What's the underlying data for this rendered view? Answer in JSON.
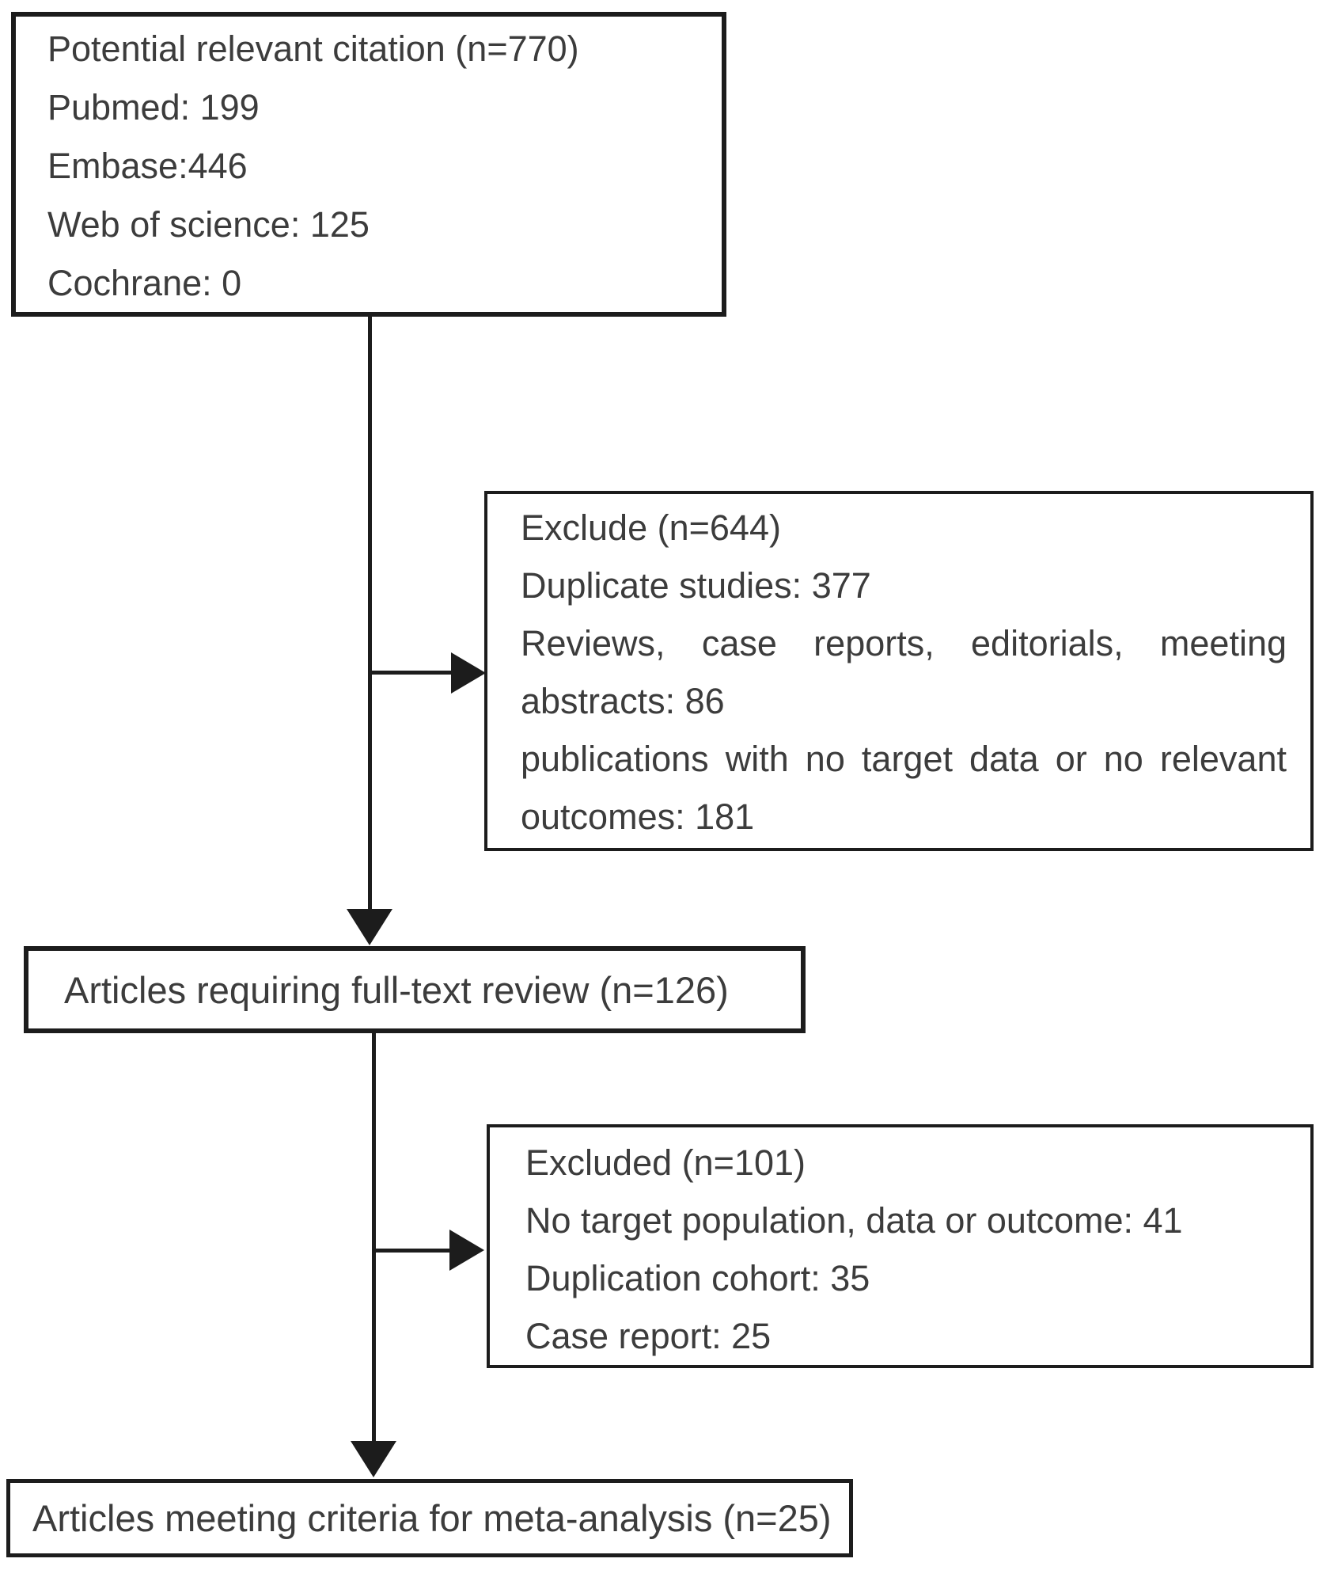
{
  "boxes": {
    "identification": {
      "lines": [
        "Potential relevant citation (n=770)",
        "Pubmed: 199",
        "Embase:446",
        "Web of science: 125",
        "Cochrane: 0"
      ]
    },
    "screening_exclusion": {
      "lines": [
        "Exclude (n=644)",
        "Duplicate studies: 377",
        "Reviews, case reports, editorials, meeting abstracts: 86",
        "publications with no target data or no relevant outcomes: 181"
      ]
    },
    "full_text_review": {
      "label": "Articles requiring full-text review (n=126)"
    },
    "full_text_exclusion": {
      "lines": [
        "Excluded (n=101)",
        "No target population, data or outcome: 41",
        "Duplication cohort: 35",
        "Case report: 25"
      ]
    },
    "included": {
      "label": "Articles meeting criteria for meta-analysis (n=25)"
    }
  },
  "colors": {
    "border": "#1c1c1c",
    "text": "#3c3c3c",
    "background": "#ffffff"
  }
}
